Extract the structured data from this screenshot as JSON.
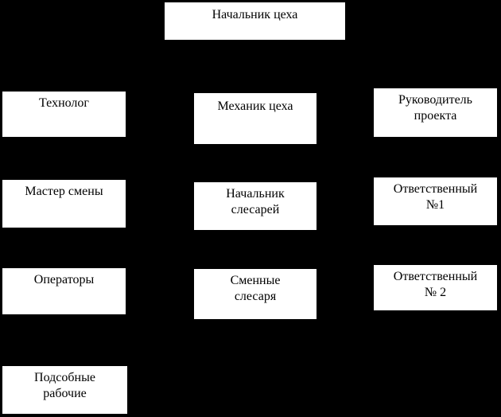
{
  "diagram": {
    "colors": {
      "background": "#000000",
      "node_fill": "#ffffff",
      "node_text": "#000000"
    },
    "nodes": {
      "shop_chief": {
        "label": "Начальник цеха"
      },
      "technologist": {
        "label": "Технолог"
      },
      "shop_mechanic": {
        "label": "Механик цеха"
      },
      "project_manager": {
        "label": "Руководитель\nпроекта"
      },
      "shift_master": {
        "label": "Мастер смены"
      },
      "fitters_chief": {
        "label": "Начальник\nслесарей"
      },
      "responsible_1": {
        "label": "Ответственный\n№1"
      },
      "operators": {
        "label": "Операторы"
      },
      "shift_fitters": {
        "label": "Сменные\nслесаря"
      },
      "responsible_2": {
        "label": "Ответственный\n№ 2"
      },
      "auxiliary_workers": {
        "label": "Подсобные\nрабочие"
      }
    }
  }
}
